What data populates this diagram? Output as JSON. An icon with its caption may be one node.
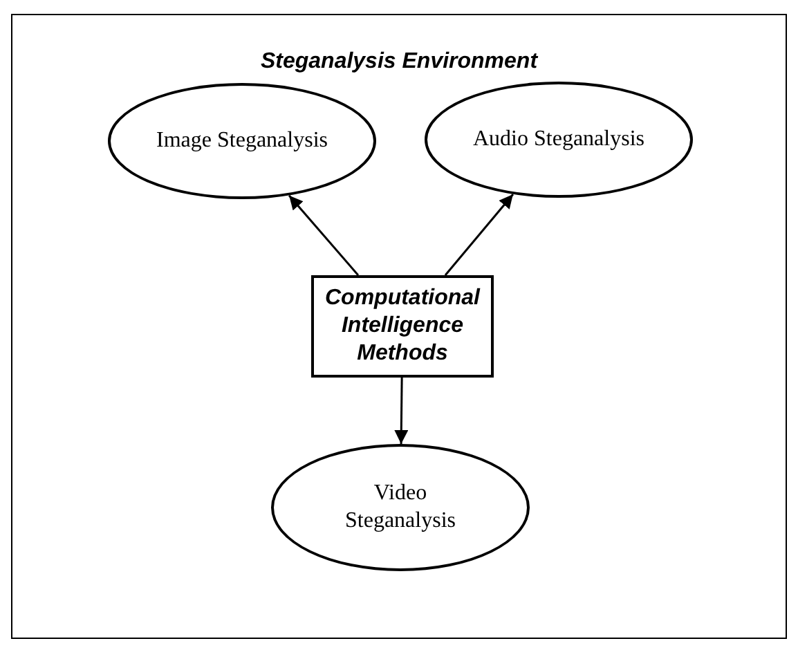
{
  "diagram": {
    "nodes": [
      {
        "text": [
          "Steganalysis Environment"
        ]
      },
      {
        "text": [
          "Image Steganalysis"
        ],
        "in": 0
      },
      {
        "text": [
          "Audio Steganalysis"
        ],
        "in": 0
      },
      {
        "text": [
          "Computational Intelligence Methods"
        ],
        "in": 0
      },
      {
        "text": [
          "Video Steganalysis"
        ],
        "in": 0
      }
    ],
    "edges": [
      {
        "from": 3,
        "to": 1,
        "arrow": "to"
      },
      {
        "from": 3,
        "to": 2,
        "arrow": "to"
      },
      {
        "from": 3,
        "to": 4,
        "arrow": "to"
      }
    ]
  }
}
